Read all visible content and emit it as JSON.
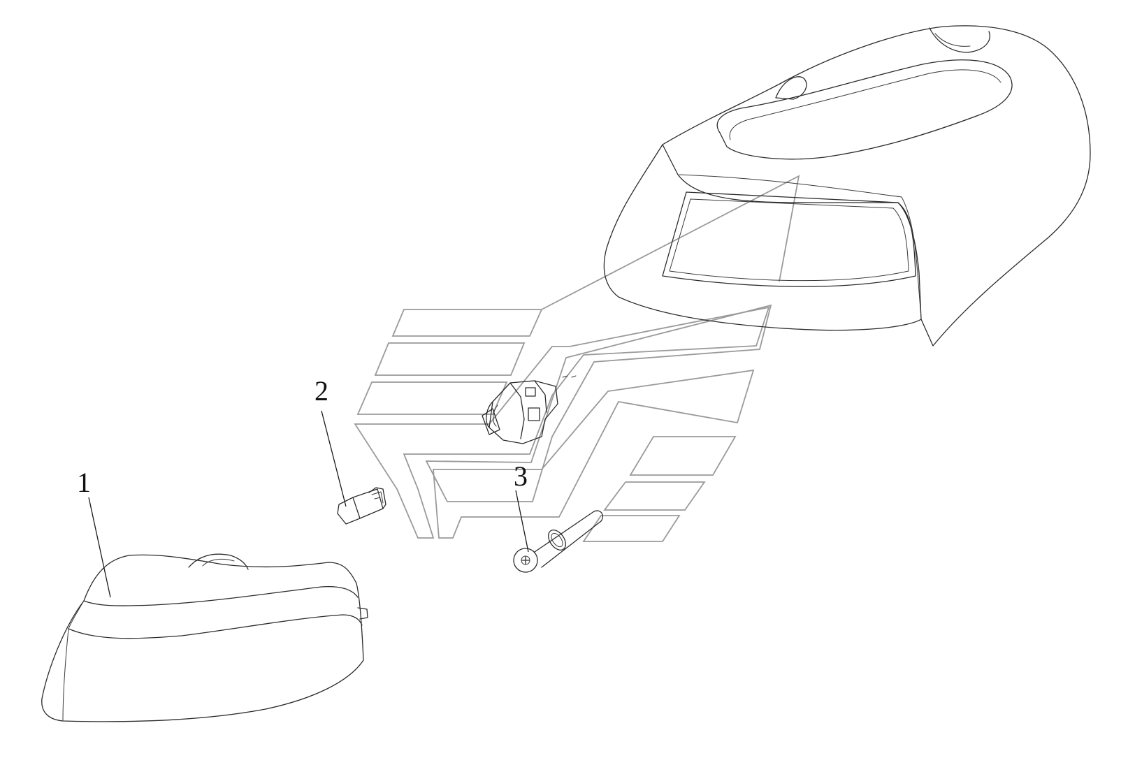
{
  "diagram": {
    "callouts": [
      {
        "id": "part-1",
        "label": "1"
      },
      {
        "id": "part-2",
        "label": "2"
      },
      {
        "id": "part-3",
        "label": "3"
      }
    ]
  },
  "colors": {
    "line": "#2b2b2b",
    "watermark": "#9a9a9a",
    "background": "#ffffff"
  }
}
